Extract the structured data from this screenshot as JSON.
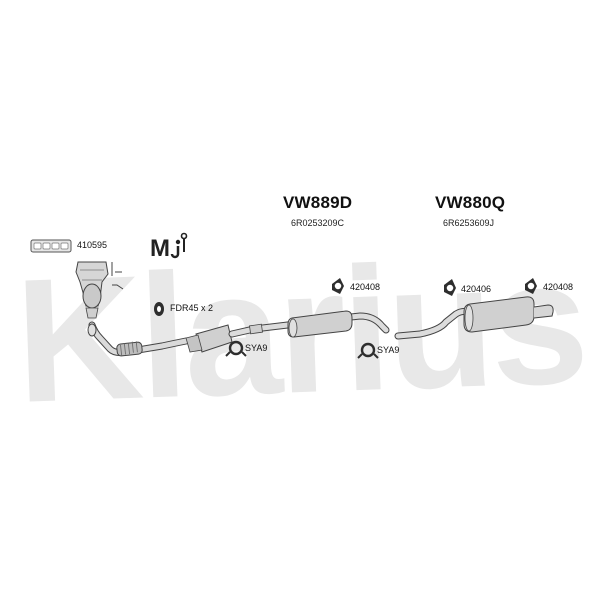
{
  "watermark": {
    "text": "Klarius"
  },
  "assemblies": [
    {
      "code": "VW889D",
      "part_no": "6R0253209C"
    },
    {
      "code": "VW880Q",
      "part_no": "6R6253609J"
    }
  ],
  "parts": {
    "gasket_set": "410595",
    "flange_kit": "FDR45 x 2",
    "clamp_1": "SYA9",
    "clamp_2": "SYA9",
    "rubber_mount_1": "420408",
    "rubber_mount_2": "420406",
    "rubber_mount_3": "420408"
  },
  "icons": [
    "manifold-gasket-icon",
    "mounting-kit-icon",
    "exhaust-manifold-icon",
    "exhaust-system-icon"
  ],
  "colors": {
    "watermark": "#e8e8e8",
    "outline": "#333333",
    "metal": "#d4d4d4"
  }
}
